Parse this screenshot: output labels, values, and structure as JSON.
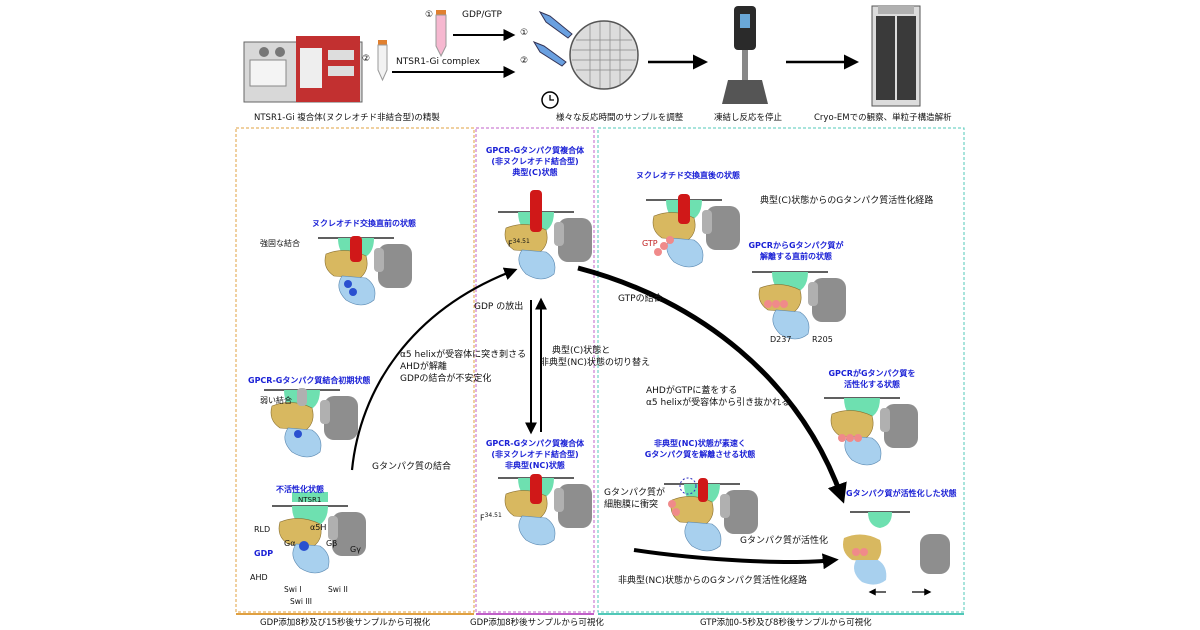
{
  "colors": {
    "orange_frame": "#e0a040",
    "purple_frame": "#c060c8",
    "teal_frame": "#50c8b8",
    "ghat_yellow": "#d8b860",
    "ghat_grey": "#8e8e8e",
    "ahd_blue": "#a8d0ee",
    "receptor_green": "#6ee0b0",
    "helix_red": "#d01818",
    "gtp_pink": "#f08a8a",
    "label_blue": "#1b21d6",
    "tube_pink": "#f6b8d0"
  },
  "icons": [
    "fplc-instrument-icon",
    "sample-tube-icon",
    "pipette-icon",
    "em-grid-icon",
    "clock-icon",
    "vitrobot-icon",
    "cryo-em-microscope-icon"
  ],
  "workflow": {
    "step1_num": "①",
    "step2_num": "②",
    "gdp_gtp": "GDP/GTP",
    "complex": "NTSR1-Gi complex",
    "grid_num1": "①",
    "grid_num2": "②",
    "cap_purify": "NTSR1-Gi 複合体(ヌクレオチド非結合型)の精製",
    "cap_sample": "様々な反応時間のサンプルを調整",
    "cap_freeze": "凍結し反応を停止",
    "cap_cryoem": "Cryo-EMでの観察、単粒子構造解析"
  },
  "left_panel": {
    "pre_exchange": "ヌクレオチド交換直前の状態",
    "strong_binding": "強固な結合",
    "initial_state": "GPCR-Gタンパク質結合初期状態",
    "weak_binding": "弱い結合",
    "inactive_state": "不活性化状態",
    "ntsr1": "NTSR1",
    "rld": "RLD",
    "a5h": "α5H",
    "ga": "Gα",
    "gb": "Gβ",
    "gy": "Gγ",
    "gdp": "GDP",
    "ahd": "AHD",
    "swi1": "Swi I",
    "swi2": "Swi II",
    "swi3": "Swi III",
    "g_binding": "Gタンパク質の結合",
    "a5_line1": "α5 helixが受容体に突き刺さる",
    "a5_line2": "AHDが解離",
    "a5_line3": "GDPの結合が不安定化",
    "gdp_release": "GDP の放出",
    "footer": "GDP添加8秒及び15秒後サンプルから可視化"
  },
  "middle_panel": {
    "c_title1": "GPCR-Gタンパク質複合体",
    "c_title2": "(非ヌクレオチド結合型)",
    "c_title3": "典型(C)状態",
    "f_label": "F",
    "f_sup": "34.51",
    "switch_line1": "典型(C)状態と",
    "switch_line2": "非典型(NC)状態の切り替え",
    "nc_title1": "GPCR-Gタンパク質複合体",
    "nc_title2": "(非ヌクレオチド結合型)",
    "nc_title3": "非典型(NC)状態",
    "footer": "GDP添加8秒後サンプルから可視化"
  },
  "right_panel": {
    "post_exchange": "ヌクレオチド交換直後の状態",
    "pathway_c": "典型(C)状態からのGタンパク質活性化経路",
    "gtp": "GTP",
    "pre_dissoc1": "GPCRからGタンパク質が",
    "pre_dissoc2": "解離する直前の状態",
    "gtp_binding": "GTPの結合",
    "d237": "D237",
    "r205": "R205",
    "ahd_cap1": "AHDがGTPに蓋をする",
    "ahd_cap2": "α5 helixが受容体から引き抜かれる",
    "stabilize1": "GPCRがGタンパク質を",
    "stabilize2": "活性化する状態",
    "nc_rapid1": "非典型(NC)状態が素速く",
    "nc_rapid2": "Gタンパク質を解離させる状態",
    "collide1": "Gタンパク質が",
    "collide2": "細胞膜に衝突",
    "activated_state": "Gタンパク質が活性化した状態",
    "g_activated": "Gタンパク質が活性化",
    "pathway_nc": "非典型(NC)状態からのGタンパク質活性化経路",
    "footer": "GTP添加0-5秒及び8秒後サンプルから可視化"
  }
}
